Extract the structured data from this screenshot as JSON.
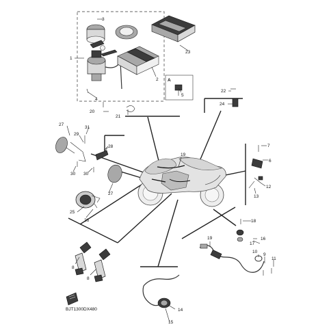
{
  "callouts": {
    "c1": "1",
    "c2": "2",
    "c3": "3",
    "c4": "4",
    "c5": "5",
    "c6": "6",
    "c7": "7",
    "c8a": "8",
    "c8b": "8",
    "c9": "9",
    "c10": "10",
    "c11": "11",
    "c12": "12",
    "c13": "13",
    "c14": "14",
    "c15": "15",
    "c16": "16",
    "c17": "17",
    "c18": "18",
    "c19a": "19",
    "c19b": "19",
    "c20": "20",
    "c21": "21",
    "c22": "22",
    "c23": "23",
    "c24": "24",
    "c25": "25",
    "c26": "26",
    "c27a": "27",
    "c27b": "27",
    "c28": "28",
    "c29": "29",
    "c30a": "30",
    "c30b": "30",
    "c31": "31"
  },
  "box_mark": "A",
  "diagram_code": "BJT1300DX480"
}
